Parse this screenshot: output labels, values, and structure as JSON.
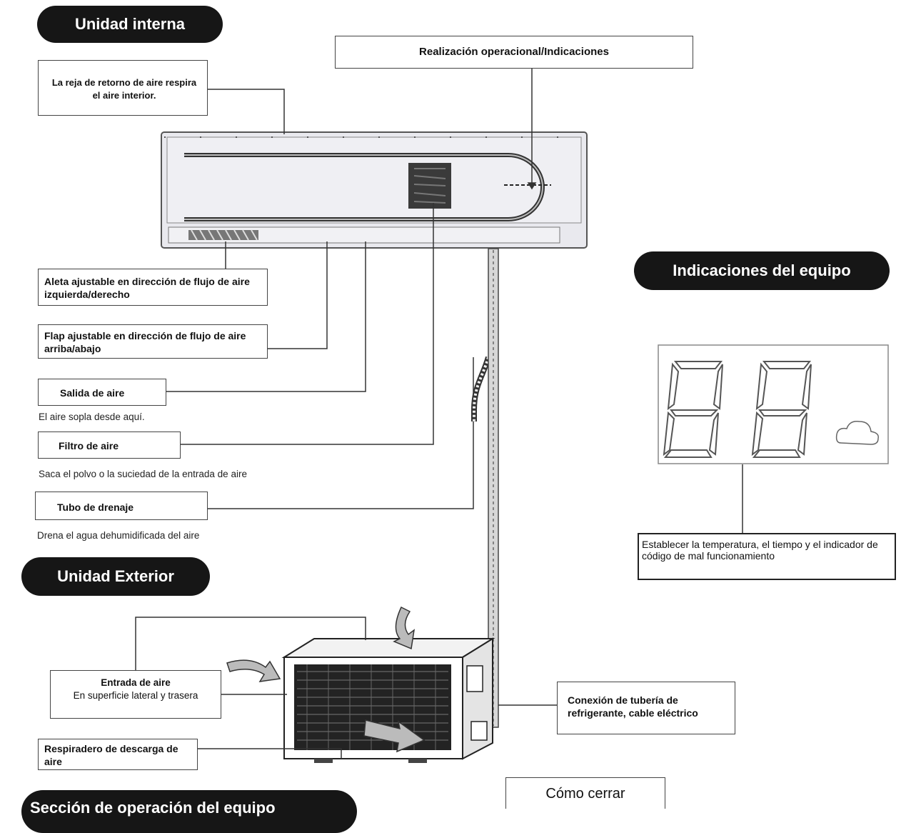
{
  "sections": {
    "indoor": "Unidad interna",
    "device_indicators": "Indicaciones del equipo",
    "outdoor": "Unidad Exterior",
    "operation_clipped": "Sección de operación del equipo"
  },
  "labels": {
    "operation_display": "Realización operacional/Indicaciones",
    "return_grille": "La reja de retorno de aire respira el aire interior.",
    "left_right_fin": "Aleta ajustable en dirección de flujo de aire izquierda/derecho",
    "up_down_flap": "Flap ajustable en dirección de flujo de aire arriba/abajo",
    "air_outlet": "Salida de aire",
    "air_filter": "Filtro de aire",
    "drain_pipe": "Tubo de drenaje",
    "air_inlet_title": "Entrada de aire",
    "air_inlet_sub": "En superficie lateral y trasera",
    "discharge_vent": "Respiradero de descarga de aire",
    "refrigerant_connection": "Conexión de tubería de refrigerante, cable eléctrico",
    "display_indicator": "Establecer la temperatura, el tiempo y el indicador de código de mal funcionamiento",
    "how_to_close": "Cómo cerrar"
  },
  "descriptions": {
    "air_outlet": "El aire sopla desde aquí.",
    "air_filter": "Saca el polvo o la suciedad de la entrada de aire",
    "drain_pipe": "Drena el agua dehumidificada del aire"
  },
  "icons": {
    "indoor_unit": "split-ac-indoor-unit",
    "outdoor_unit": "outdoor-condenser-unit",
    "display": "seven-segment-display",
    "mode": "cloud-icon"
  },
  "colors": {
    "pill": "#161616",
    "line": "#333333",
    "unit_fill": "#e9e9ee"
  }
}
